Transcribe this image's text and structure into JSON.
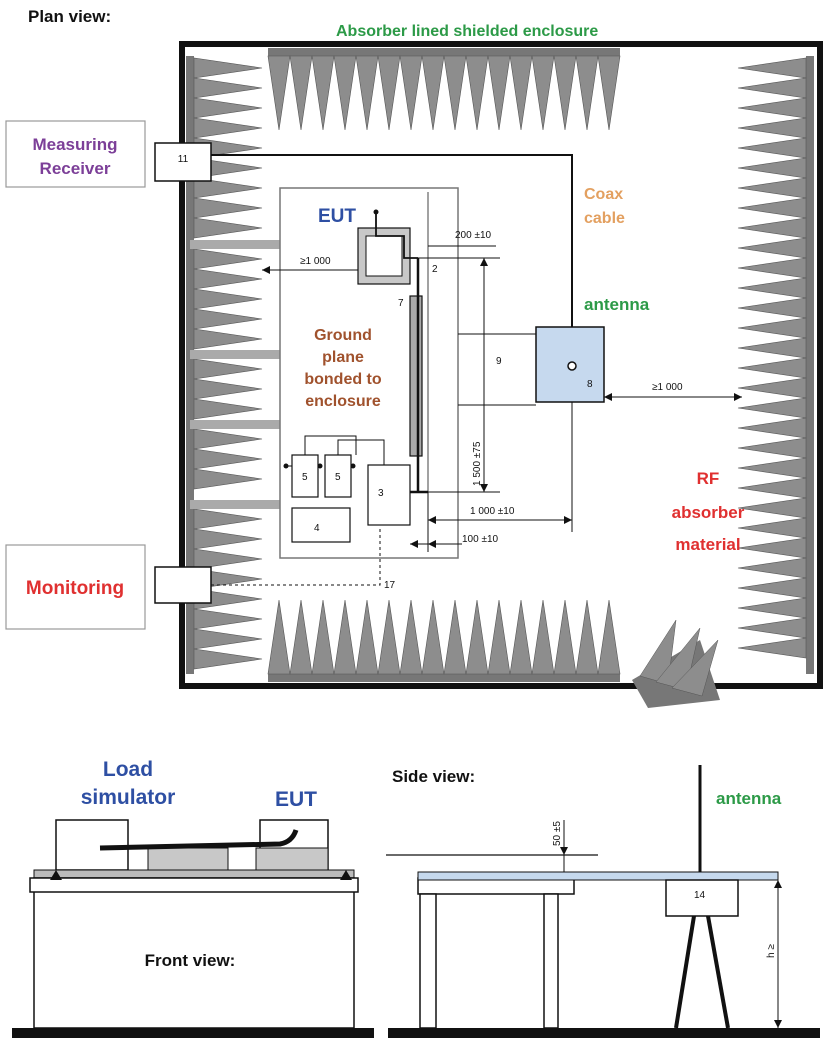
{
  "colors": {
    "green": "#2c9a47",
    "purple": "#7c3f98",
    "orange": "#e3a060",
    "brown": "#a0522d",
    "blue": "#2e4fa3",
    "red": "#e03030",
    "antenna_fill": "#c6d9ee",
    "absorber": "#8d8d8d",
    "black": "#111111"
  },
  "titles": {
    "plan_view": "Plan view:",
    "side_view": "Side view:",
    "front_view": "Front view:"
  },
  "labels": {
    "enclosure": "Absorber lined shielded enclosure",
    "measuring_line1": "Measuring",
    "measuring_line2": "Receiver",
    "coax_line1": "Coax",
    "coax_line2": "cable",
    "eut": "EUT",
    "antenna": "antenna",
    "ground_line1": "Ground",
    "ground_line2": "plane",
    "ground_line3": "bonded to",
    "ground_line4": "enclosure",
    "rf_line1": "RF",
    "rf_line2": "absorber",
    "rf_line3": "material",
    "monitoring": "Monitoring",
    "load_line1": "Load",
    "load_line2": "simulator",
    "front_eut": "EUT",
    "side_antenna": "antenna"
  },
  "numbers": {
    "n11": "11",
    "n2": "2",
    "n7": "7",
    "n9": "9",
    "n8": "8",
    "n5a": "5",
    "n5b": "5",
    "n3": "3",
    "n4": "4",
    "n17": "17",
    "n14": "14"
  },
  "dimensions": {
    "d200": "200 ±10",
    "d1000_left": "≥1 000",
    "d1000_right": "≥1 000",
    "d1500": "1 500 ±75",
    "d1000_bottom": "1 000 ±10",
    "d100": "100 ±10",
    "d50": "50 ±5",
    "dh": "h ≥"
  }
}
